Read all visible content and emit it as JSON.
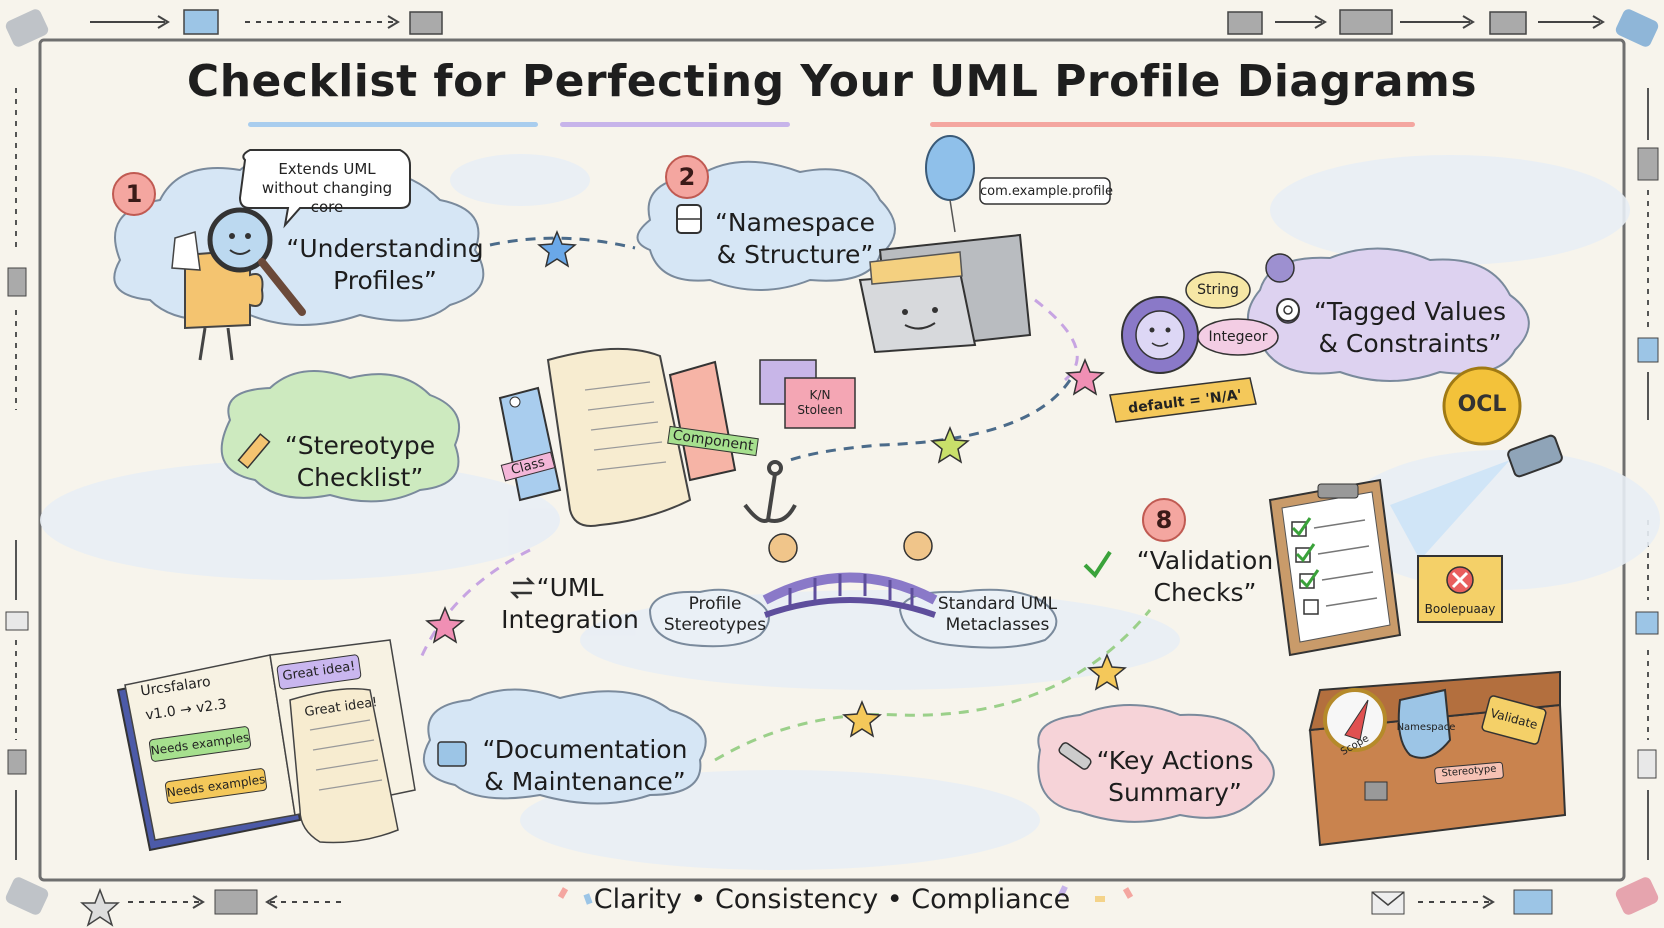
{
  "title": "Checklist for Perfecting Your UML Profile Diagrams",
  "footer": "Clarity • Consistency • Compliance",
  "colors": {
    "blue_cloud": "#d6e6f5",
    "green_cloud": "#cdeabf",
    "purple_cloud": "#ddd2f0",
    "pink_cloud": "#f6d3d8",
    "badge": "#f4a6a0"
  },
  "steps": [
    {
      "badge": "1",
      "line1": "“Understanding",
      "line2": "Profiles”",
      "icon": "magnifier-puzzle-icon"
    },
    {
      "badge": "2",
      "line1": "“Namespace",
      "line2": "& Structure”",
      "icon": "file-cabinet-icon"
    },
    {
      "line1": "“Tagged Values",
      "line2": "& Constraints”",
      "icon": "gear-icon"
    },
    {
      "line1": "“Stereotype",
      "line2": "Checklist”",
      "icon": "pencil-icon"
    },
    {
      "line1": "“UML",
      "line2": "Integration",
      "icon": "arrows-icon"
    },
    {
      "badge": "8",
      "line1": "“Validation",
      "line2": "Checks”",
      "icon": "check-icon"
    },
    {
      "line1": "“Documentation",
      "line2": "& Maintenance”",
      "icon": "book-icon"
    },
    {
      "line1": "“Key Actions",
      "line2": "Summary”",
      "icon": "wrench-icon"
    }
  ],
  "callouts": {
    "speech_line1": "Extends UML",
    "speech_line2": "without changing core",
    "namespace_tag": "com.example.profile",
    "string": "String",
    "integer": "Integeor",
    "default_value": "default = 'N/A'",
    "ocl": "OCL",
    "class_tag": "Class",
    "component_tag": "Component",
    "card_line1": "Κ/Ν",
    "card_line2": "Stoleen",
    "profile_line1": "Profile",
    "profile_line2": "Stereotypes",
    "standard_line1": "Standard UML",
    "standard_line2": "Metaclasses",
    "sign": "Boolepuaay",
    "book_title": "Urcsfalaro",
    "book_version": "v1.0 → v2.3",
    "note1": "Needs examples",
    "note2": "Needs examples",
    "sticky1": "Great idea!",
    "sticky2": "Great idea!",
    "box_shield": "Namespace",
    "box_tag": "Validate",
    "box_ribbon": "Stereotype",
    "compass": "Scope"
  }
}
